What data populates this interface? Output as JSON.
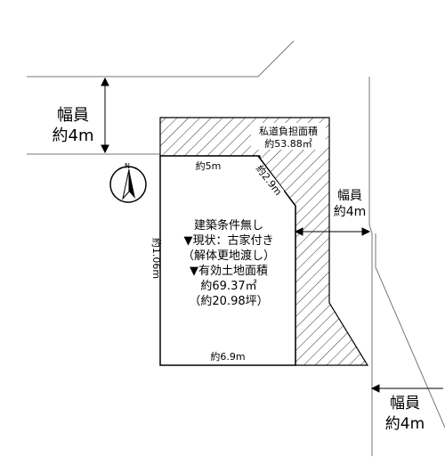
{
  "road_top_left": {
    "line1": "幅員",
    "line2": "約4m"
  },
  "road_right_mid": {
    "line1": "幅員",
    "line2": "約4m"
  },
  "road_bottom_right": {
    "line1": "幅員",
    "line2": "約4m"
  },
  "private_road": {
    "title": "私道負担面積",
    "area": "約53.88㎡"
  },
  "dimensions": {
    "top": "約5m",
    "diagonal": "約2.9m",
    "left": "約1.06m",
    "bottom": "約6.9m"
  },
  "lot_info": {
    "line1": "建築条件無し",
    "line2": "▼現状：古家付き",
    "line3": "（解体更地渡し）",
    "line4": "▼有効土地面積",
    "line5": "約69.37㎡",
    "line6": "（約20.98坪）"
  },
  "north_arrow": {
    "label": "N"
  }
}
